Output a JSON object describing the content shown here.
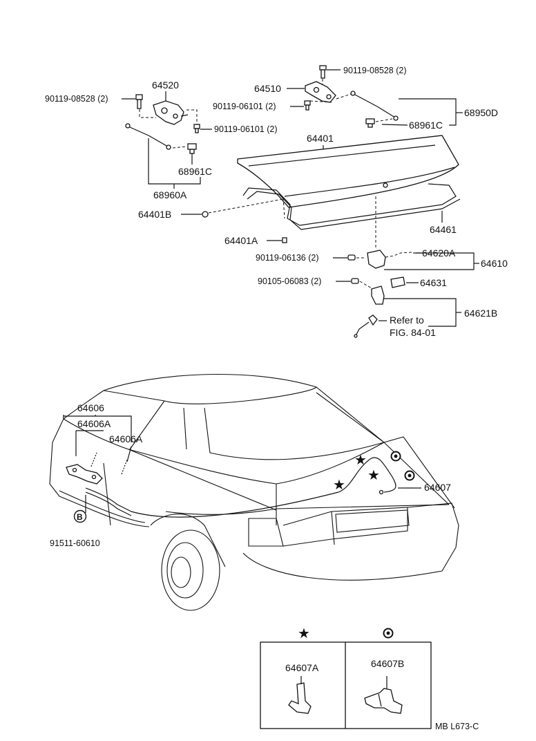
{
  "diagram": {
    "upper_labels": {
      "bolt_hinge_left": "90119-08528 (2)",
      "hinge_left": "64520",
      "bolt_hinge_left_2": "90119-06101 (2)",
      "stay_clip_left": "68961C",
      "stay_assy_left": "68960A",
      "bolt_hinge_right": "90119-08528 (2)",
      "hinge_right": "64510",
      "bolt_hinge_right_2": "90119-06101 (2)",
      "stay_assy_right": "68950D",
      "stay_clip_right": "68961C",
      "luggage_door": "64401",
      "cushion": "64401B",
      "weatherstrip": "64461",
      "stopper": "64401A",
      "screw_lock": "90119-06136 (2)",
      "lock_sub": "64620A",
      "lock_assy": "64610",
      "screw_striker": "90105-06083 (2)",
      "striker_cover": "64631",
      "striker": "64621B",
      "refer_line1": "Refer to",
      "refer_line2": "FIG. 84-01"
    },
    "lower_labels": {
      "opener_assy": "64606",
      "rod_a": "64606A",
      "rod_b": "64606A",
      "cable": "64607",
      "b_marker": "B",
      "clip_part": "91511-60610"
    },
    "legend": {
      "star_symbol": "★",
      "dot_symbol": "◎",
      "star_part": "64607A",
      "dot_part": "64607B"
    },
    "footer_code": "MB  L673-C"
  }
}
